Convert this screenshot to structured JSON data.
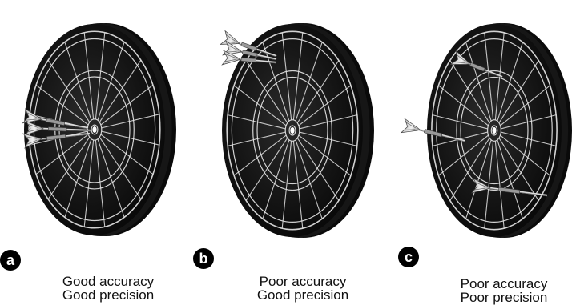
{
  "panels": [
    {
      "letter": "a",
      "line1": "Good accuracy",
      "line2": "Good precision"
    },
    {
      "letter": "b",
      "line1": "Poor accuracy",
      "line2": "Good precision"
    },
    {
      "letter": "c",
      "line1": "Poor accuracy",
      "line2": "Poor precision"
    }
  ]
}
